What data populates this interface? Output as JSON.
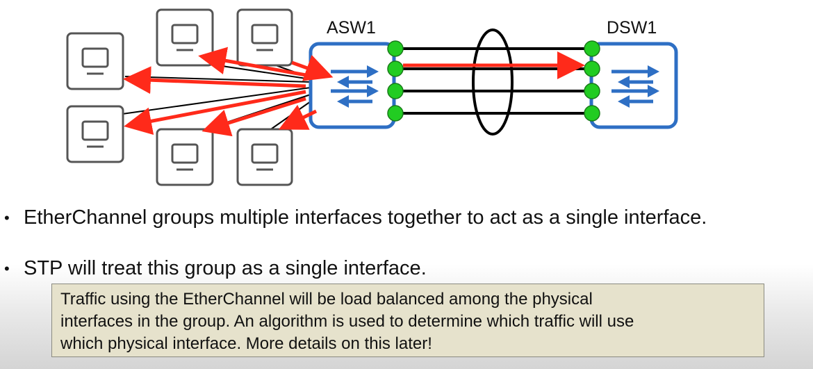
{
  "diagram": {
    "switches": [
      {
        "id": "asw1",
        "label": "ASW1"
      },
      {
        "id": "dsw1",
        "label": "DSW1"
      }
    ],
    "pc_count": 6,
    "etherchannel_links": 4,
    "colors": {
      "switch_border": "#2e6fc4",
      "port": "#22cc22",
      "traffic_arrow": "#ff2a1a",
      "pc_border": "#555555",
      "link": "#000000"
    },
    "icons": [
      "pc-icon",
      "switch-icon",
      "etherchannel-ellipse"
    ]
  },
  "bullets": [
    "EtherChannel groups multiple interfaces together to act as a single interface.",
    "STP will treat this group as a single interface."
  ],
  "note": {
    "lines": [
      "Traffic using the EtherChannel will be load balanced among the physical",
      "interfaces in the group.  An algorithm is used to determine which traffic will use",
      "which physical interface.  More details on this later!"
    ]
  }
}
